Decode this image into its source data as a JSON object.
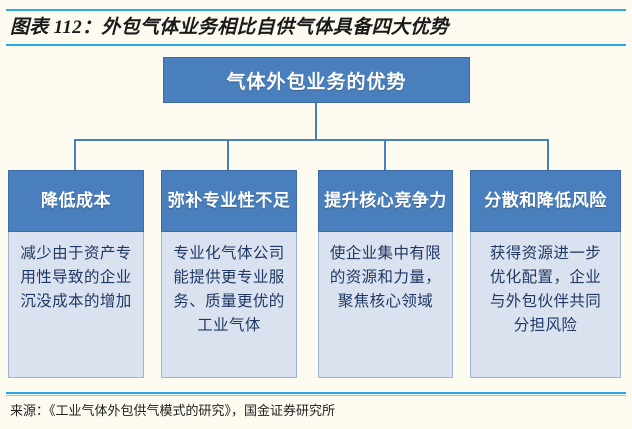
{
  "header": {
    "title": "图表 112：外包气体业务相比自供气体具备四大优势"
  },
  "diagram": {
    "root": {
      "label": "气体外包业务的优势"
    },
    "branches": [
      {
        "head": "降低成本",
        "body": "减少由于资产专用性导致的企业沉没成本的增加"
      },
      {
        "head": "弥补专业性不足",
        "body": "专业化气体公司能提供更专业服务、质量更优的工业气体"
      },
      {
        "head": "提升核心竞争力",
        "body": "使企业集中有限的资源和力量，聚焦核心领域"
      },
      {
        "head": "分散和降低风险",
        "body": "获得资源进一步优化配置，企业与外包伙伴共同分担风险"
      }
    ]
  },
  "footer": {
    "source": "来源：《工业气体外包供气模式的研究》，国金证券研究所"
  },
  "colors": {
    "page_background": "#fdfaf0",
    "box_fill": "#4a7fbd",
    "box_border": "#3c6ba6",
    "body_fill": "#dbe2ef",
    "body_border": "#9fb4d2",
    "body_text": "#1f3864",
    "rule": "#29a9e1",
    "connector": "#4a7fbd"
  }
}
